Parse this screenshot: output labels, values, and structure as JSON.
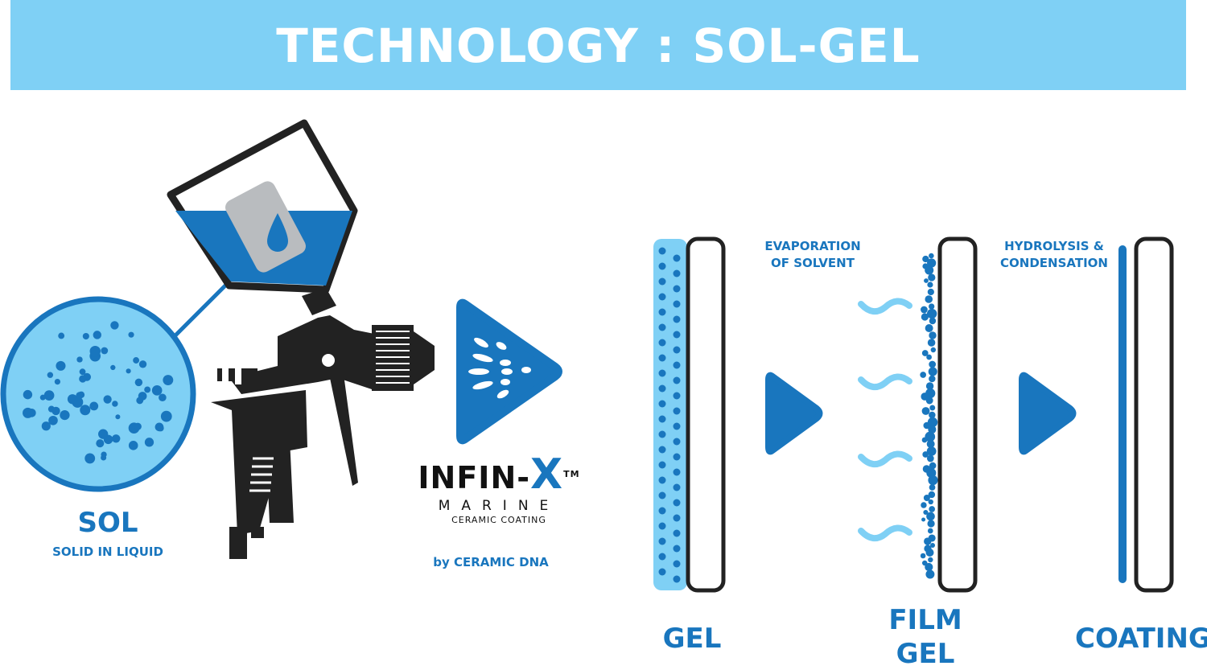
{
  "title": "TECHNOLOGY : SOL-GEL",
  "sol": {
    "label": "SOL",
    "sub": "SOLID IN LIQUID"
  },
  "logo": {
    "name_a": "INFIN-",
    "name_x": "X",
    "tm": "TM",
    "marine": "MARINE",
    "ceramic": "CERAMIC COATING",
    "by": "by CERAMIC DNA"
  },
  "steps": {
    "evaporation": [
      "EVAPORATION",
      "OF SOLVENT"
    ],
    "hydrolysis": [
      "HYDROLYSIS &",
      "CONDENSATION"
    ]
  },
  "stages": {
    "gel": "GEL",
    "film": "FILM",
    "film2": "GEL",
    "coating": "COATING"
  },
  "colors": {
    "banner": "#7fd0f5",
    "blue": "#1976be",
    "light_blue": "#7fd0f5",
    "dark": "#222222"
  }
}
